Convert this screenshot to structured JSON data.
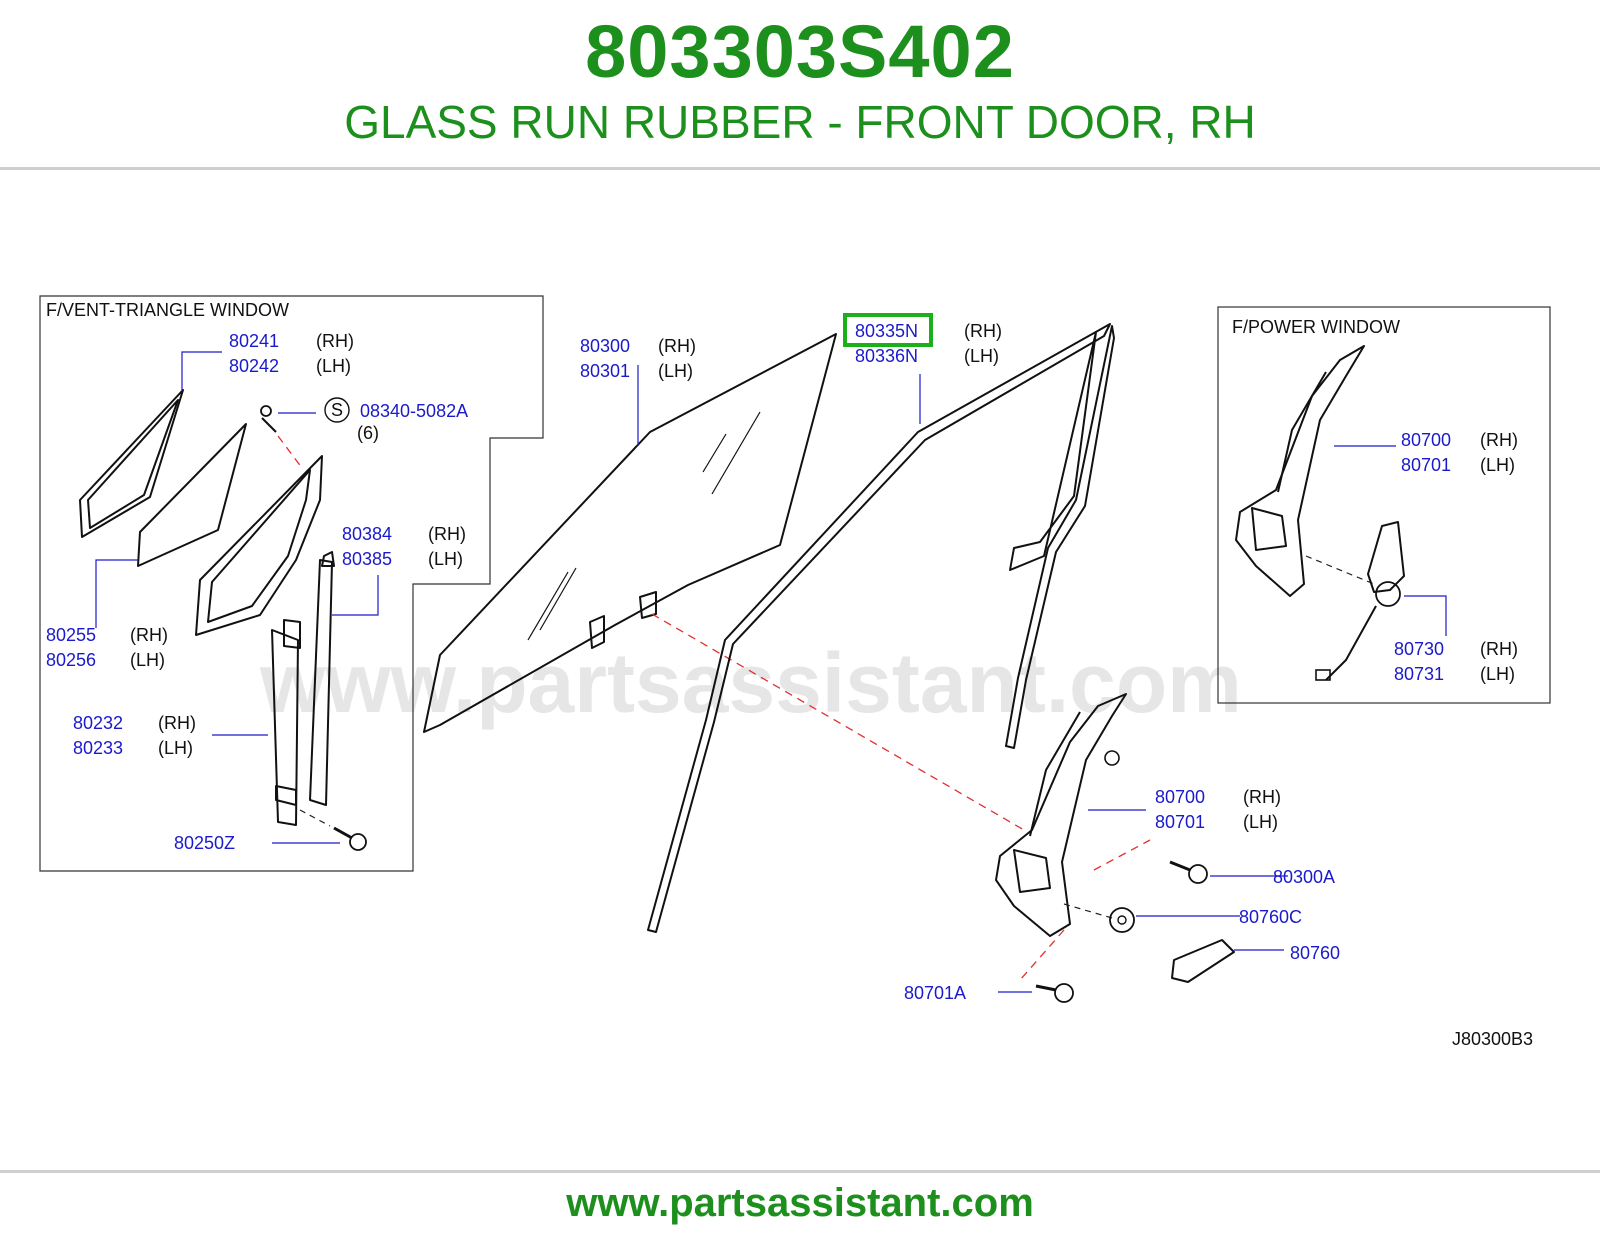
{
  "header": {
    "part_number": "803303S402",
    "description": "GLASS RUN RUBBER - FRONT DOOR, RH"
  },
  "footer": {
    "url": "www.partsassistant.com"
  },
  "watermark": "www.partsassistant.com",
  "diagram_code": "J80300B3",
  "insets": {
    "vent": {
      "title": "F/VENT-TRIANGLE   WINDOW"
    },
    "power": {
      "title": "F/POWER   WINDOW"
    }
  },
  "highlight": {
    "color": "#19b019"
  },
  "colors": {
    "brand_green": "#1d8f1d",
    "label_blue": "#1a1acc",
    "dash_red": "#e03030"
  },
  "labels": {
    "p80241": "80241",
    "p80241_side": "(RH)",
    "p80242": "80242",
    "p80242_side": "(LH)",
    "screw_s": "S",
    "p08340": "08340-5082A",
    "p08340_qty": "(6)",
    "p80384": "80384",
    "p80384_side": "(RH)",
    "p80385": "80385",
    "p80385_side": "(LH)",
    "p80255": "80255",
    "p80255_side": "(RH)",
    "p80256": "80256",
    "p80256_side": "(LH)",
    "p80232": "80232",
    "p80232_side": "(RH)",
    "p80233": "80233",
    "p80233_side": "(LH)",
    "p80250z": "80250Z",
    "p80300": "80300",
    "p80300_side": "(RH)",
    "p80301": "80301",
    "p80301_side": "(LH)",
    "p80335n": "80335N",
    "p80335n_side": "(RH)",
    "p80336n": "80336N",
    "p80336n_side": "(LH)",
    "pw80700": "80700",
    "pw80700_side": "(RH)",
    "pw80701": "80701",
    "pw80701_side": "(LH)",
    "pw80730": "80730",
    "pw80730_side": "(RH)",
    "pw80731": "80731",
    "pw80731_side": "(LH)",
    "m80700": "80700",
    "m80700_side": "(RH)",
    "m80701": "80701",
    "m80701_side": "(LH)",
    "p80300a": "80300A",
    "p80760c": "80760C",
    "p80760": "80760",
    "p80701a": "80701A"
  }
}
